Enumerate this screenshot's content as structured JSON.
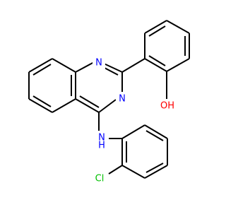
{
  "colors": {
    "background": "#ffffff",
    "bond": "#000000",
    "nitrogen": "#0000ff",
    "oxygen": "#ff0000",
    "chlorine": "#00c000"
  },
  "atoms": {
    "n1": {
      "label": "N",
      "color_key": "nitrogen"
    },
    "n3": {
      "label": "N",
      "color_key": "nitrogen"
    },
    "nh": {
      "label": "N",
      "color_key": "nitrogen"
    },
    "h": {
      "label": "H",
      "color_key": "nitrogen"
    },
    "oh": {
      "label": "OH",
      "color_key": "oxygen"
    },
    "cl": {
      "label": "Cl",
      "color_key": "chlorine"
    }
  }
}
